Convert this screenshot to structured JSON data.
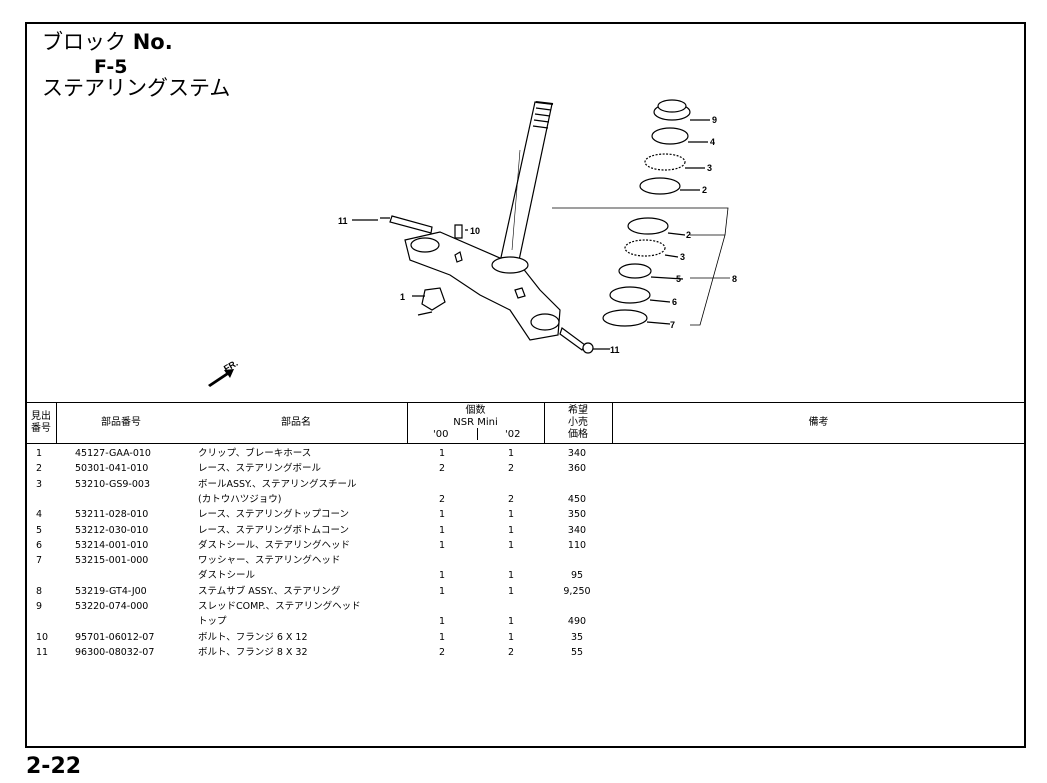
{
  "header": {
    "block_label": "ブロック",
    "block_no": "No.",
    "block_code": "F-5",
    "section_title": "ステアリングステム"
  },
  "diagram": {
    "fr_label": "FR.",
    "callouts": [
      "9",
      "4",
      "3",
      "2",
      "2",
      "3",
      "5",
      "8",
      "6",
      "7",
      "11",
      "11",
      "10",
      "1"
    ]
  },
  "table": {
    "headers": {
      "ref_no_1": "見出",
      "ref_no_2": "番号",
      "part_no": "部品番号",
      "part_name": "部品名",
      "qty": "個数",
      "model": "NSR Mini",
      "year1": "'00",
      "year2": "'02",
      "price_1": "希望",
      "price_2": "小売",
      "price_3": "価格",
      "remarks": "備考"
    },
    "rows": [
      {
        "no": "1",
        "pn": "45127-GAA-010",
        "name": "クリップ、ブレーキホース",
        "q1": "1",
        "q2": "1",
        "price": "340"
      },
      {
        "no": "2",
        "pn": "50301-041-010",
        "name": "レース、ステアリングボール",
        "q1": "2",
        "q2": "2",
        "price": "360"
      },
      {
        "no": "3",
        "pn": "53210-GS9-003",
        "name": "ボールASSY.、ステアリングスチール",
        "q1": "",
        "q2": "",
        "price": ""
      },
      {
        "no": "",
        "pn": "",
        "name": "(カトウハツジョウ)",
        "q1": "2",
        "q2": "2",
        "price": "450"
      },
      {
        "no": "4",
        "pn": "53211-028-010",
        "name": "レース、ステアリングトップコーン",
        "q1": "1",
        "q2": "1",
        "price": "350"
      },
      {
        "no": "5",
        "pn": "53212-030-010",
        "name": "レース、ステアリングボトムコーン",
        "q1": "1",
        "q2": "1",
        "price": "340"
      },
      {
        "no": "6",
        "pn": "53214-001-010",
        "name": "ダストシール、ステアリングヘッド",
        "q1": "1",
        "q2": "1",
        "price": "110"
      },
      {
        "no": "7",
        "pn": "53215-001-000",
        "name": "ワッシャー、ステアリングヘッド",
        "q1": "",
        "q2": "",
        "price": ""
      },
      {
        "no": "",
        "pn": "",
        "name": "ダストシール",
        "q1": "1",
        "q2": "1",
        "price": "95"
      },
      {
        "no": "8",
        "pn": "53219-GT4-J00",
        "name": "ステムサブ ASSY.、ステアリング",
        "q1": "1",
        "q2": "1",
        "price": "9,250"
      },
      {
        "no": "9",
        "pn": "53220-074-000",
        "name": "スレッドCOMP.、ステアリングヘッド",
        "q1": "",
        "q2": "",
        "price": ""
      },
      {
        "no": "",
        "pn": "",
        "name": "トップ",
        "q1": "1",
        "q2": "1",
        "price": "490"
      },
      {
        "no": "10",
        "pn": "95701-06012-07",
        "name": "ボルト、フランジ 6 X 12",
        "q1": "1",
        "q2": "1",
        "price": "35"
      },
      {
        "no": "11",
        "pn": "96300-08032-07",
        "name": "ボルト、フランジ 8 X 32",
        "q1": "2",
        "q2": "2",
        "price": "55"
      }
    ]
  },
  "footer": {
    "page_number": "2-22"
  }
}
